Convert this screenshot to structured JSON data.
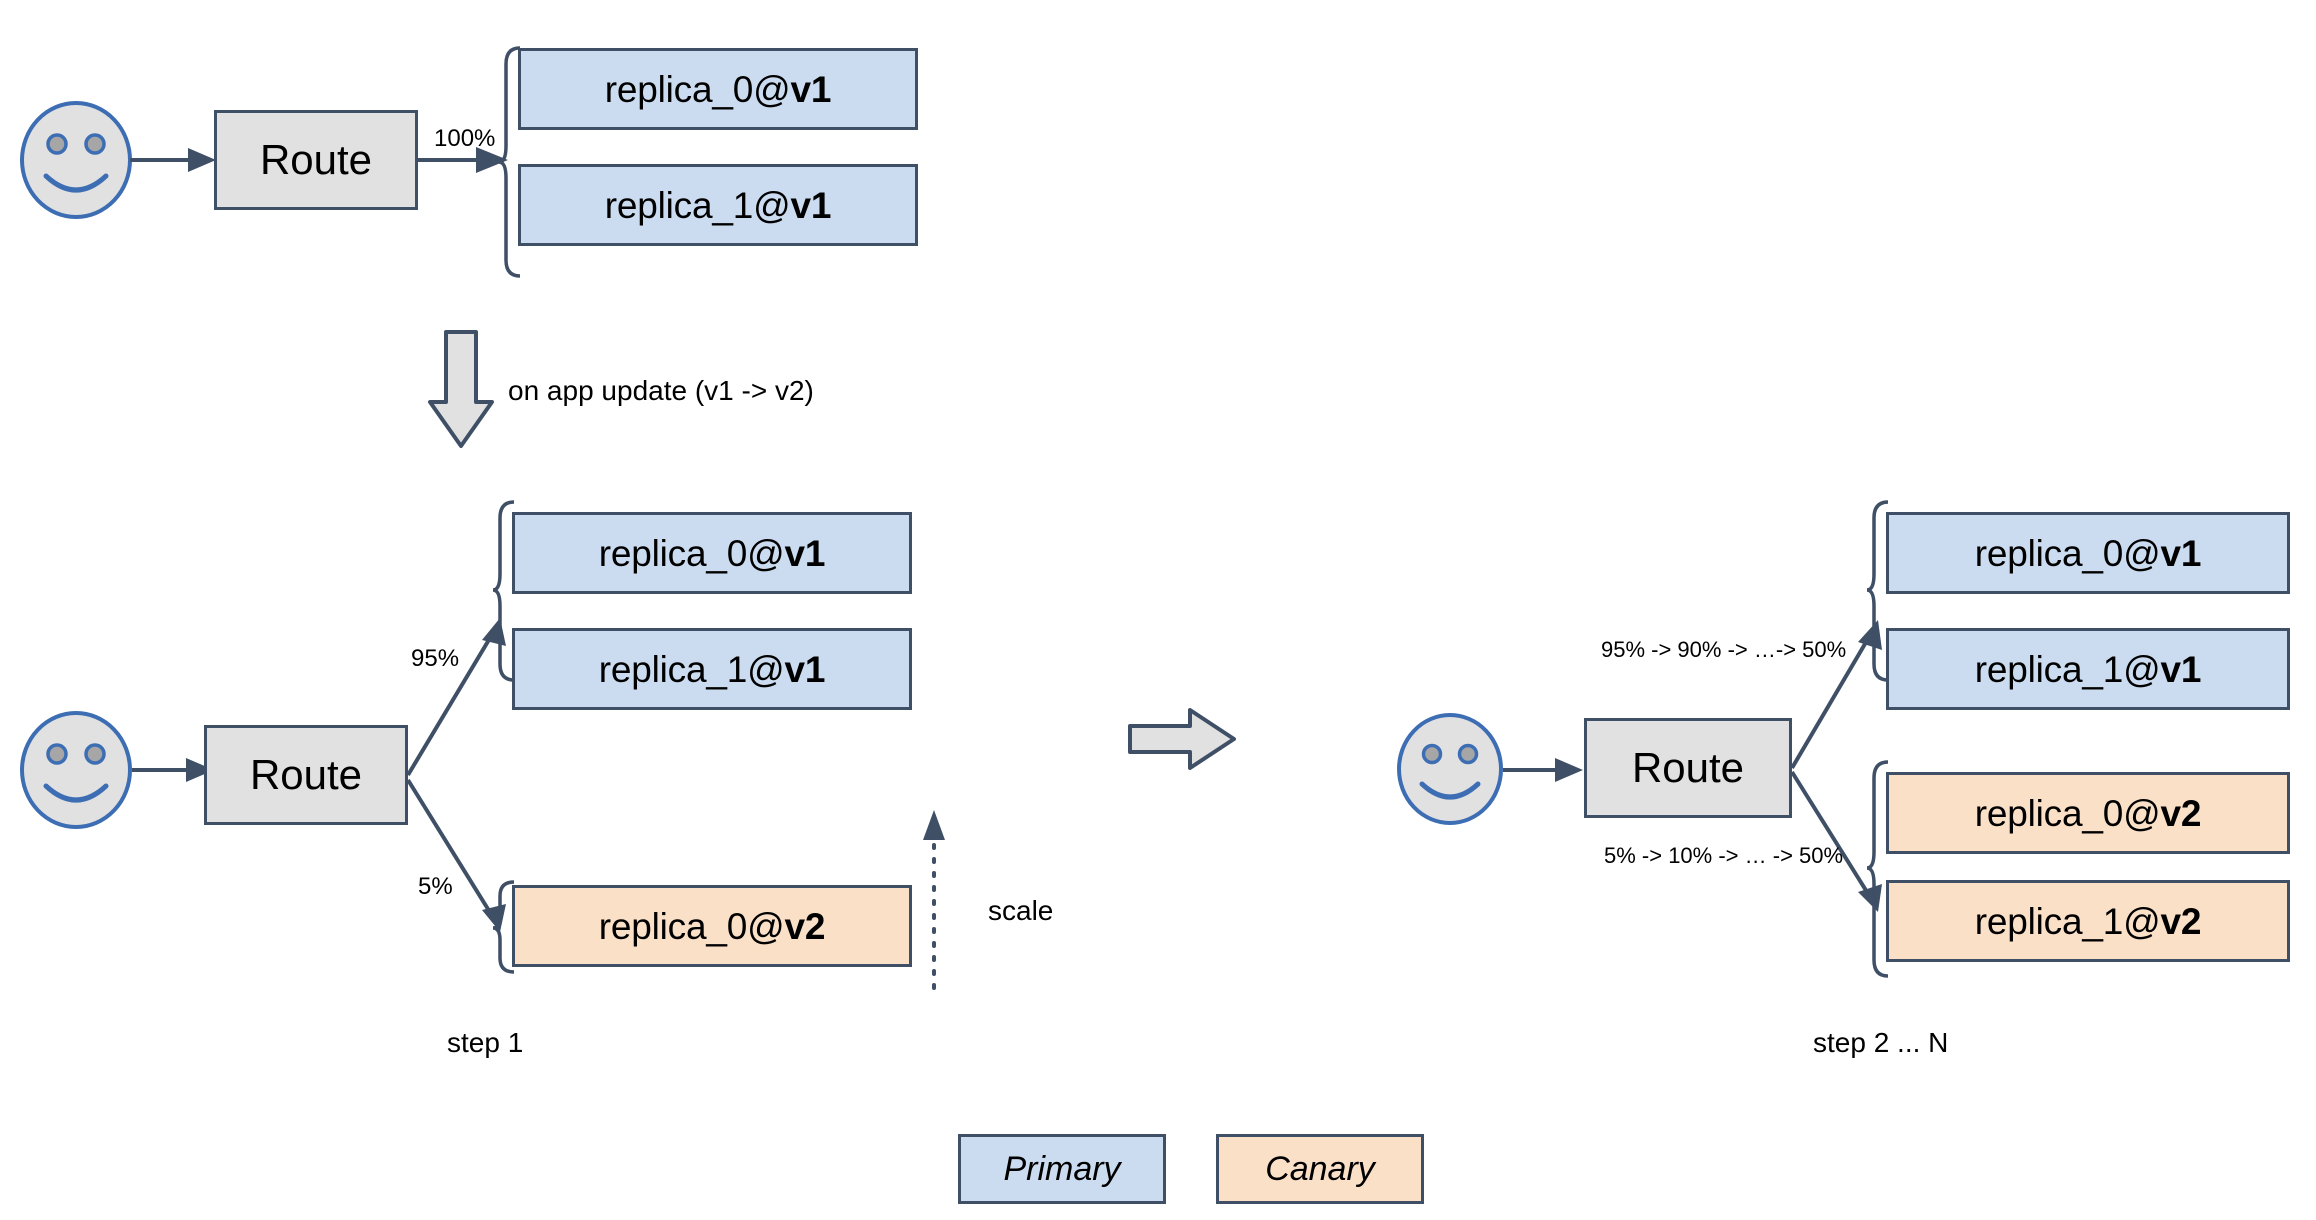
{
  "colors": {
    "primary_fill": "#cbdcf0",
    "canary_fill": "#fbe0c8",
    "box_stroke": "#3f4f66",
    "route_fill": "#e1e1e1",
    "face_stroke": "#3d6eb4",
    "face_fill": "#e1e1e1",
    "background": "#ffffff"
  },
  "stage_top": {
    "route_label": "Route",
    "traffic_label": "100%",
    "replicas": [
      {
        "name": "replica_0@",
        "version": "v1",
        "kind": "primary"
      },
      {
        "name": "replica_1@",
        "version": "v1",
        "kind": "primary"
      }
    ]
  },
  "transition": {
    "label": "on app update (v1 -> v2)"
  },
  "stage_step1": {
    "caption": "step 1",
    "route_label": "Route",
    "traffic_primary": "95%",
    "traffic_canary": "5%",
    "scale_label": "scale",
    "primary_replicas": [
      {
        "name": "replica_0@",
        "version": "v1"
      },
      {
        "name": "replica_1@",
        "version": "v1"
      }
    ],
    "canary_replicas": [
      {
        "name": "replica_0@",
        "version": "v2"
      }
    ]
  },
  "stage_stepN": {
    "caption": "step 2 ... N",
    "route_label": "Route",
    "traffic_primary": "95% -> 90% -> …-> 50%",
    "traffic_canary": "5% -> 10% -> … -> 50%",
    "primary_replicas": [
      {
        "name": "replica_0@",
        "version": "v1"
      },
      {
        "name": "replica_1@",
        "version": "v1"
      }
    ],
    "canary_replicas": [
      {
        "name": "replica_0@",
        "version": "v2"
      },
      {
        "name": "replica_1@",
        "version": "v2"
      }
    ]
  },
  "legend": {
    "primary_label": "Primary",
    "canary_label": "Canary"
  }
}
